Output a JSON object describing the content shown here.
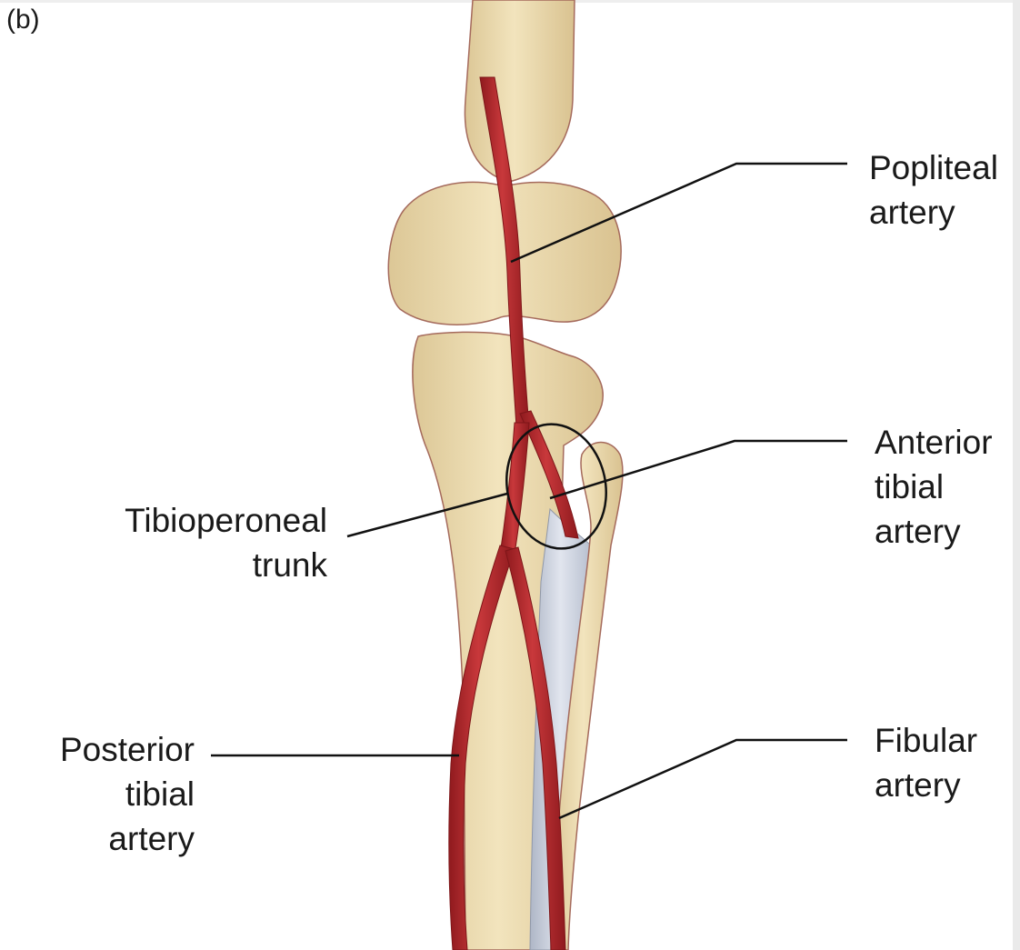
{
  "figure": {
    "panel_letter": "(b)",
    "labels": {
      "popliteal_artery": [
        "Popliteal",
        "artery"
      ],
      "anterior_tibial_artery": [
        "Anterior",
        "tibial",
        "artery"
      ],
      "tibioperoneal_trunk": [
        "Tibioperoneal",
        "trunk"
      ],
      "posterior_tibial_artery": [
        "Posterior",
        "tibial",
        "artery"
      ],
      "fibular_artery": [
        "Fibular",
        "artery"
      ]
    }
  },
  "colors": {
    "bone": "#eddcb0",
    "bone_shade": "#d6c08e",
    "bone_outline": "#a56a5c",
    "artery": "#b3262b",
    "artery_dark": "#7e1518",
    "membrane": "#c9cfdb",
    "leader": "#111111"
  }
}
